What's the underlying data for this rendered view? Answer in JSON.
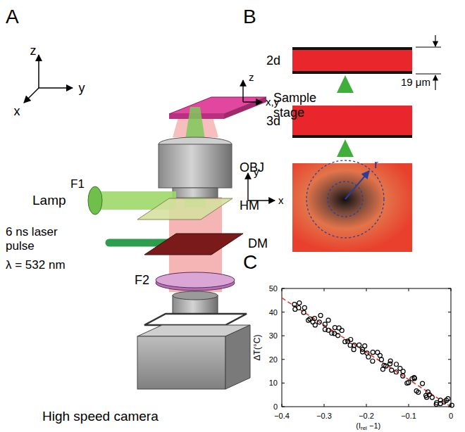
{
  "diagram": {
    "labels": [
      "A",
      "z",
      "y",
      "x",
      "Sample stage",
      "OBJ",
      "Lamp",
      "F1",
      "HM",
      "6 ns laser pulse",
      "λ = 532 nm",
      "DM",
      "F2",
      "High speed camera",
      "B",
      "2d",
      "19 μm",
      "z",
      "x,y",
      "3d",
      "y",
      "x",
      "r",
      "C",
      "50",
      "40",
      "30",
      "20",
      "10",
      "0",
      "ΔT(°C)",
      "−0.4",
      "−0.3",
      "−0.2",
      "−0.1",
      "0",
      "(I",
      "rel",
      "−1)"
    ]
  }
}
